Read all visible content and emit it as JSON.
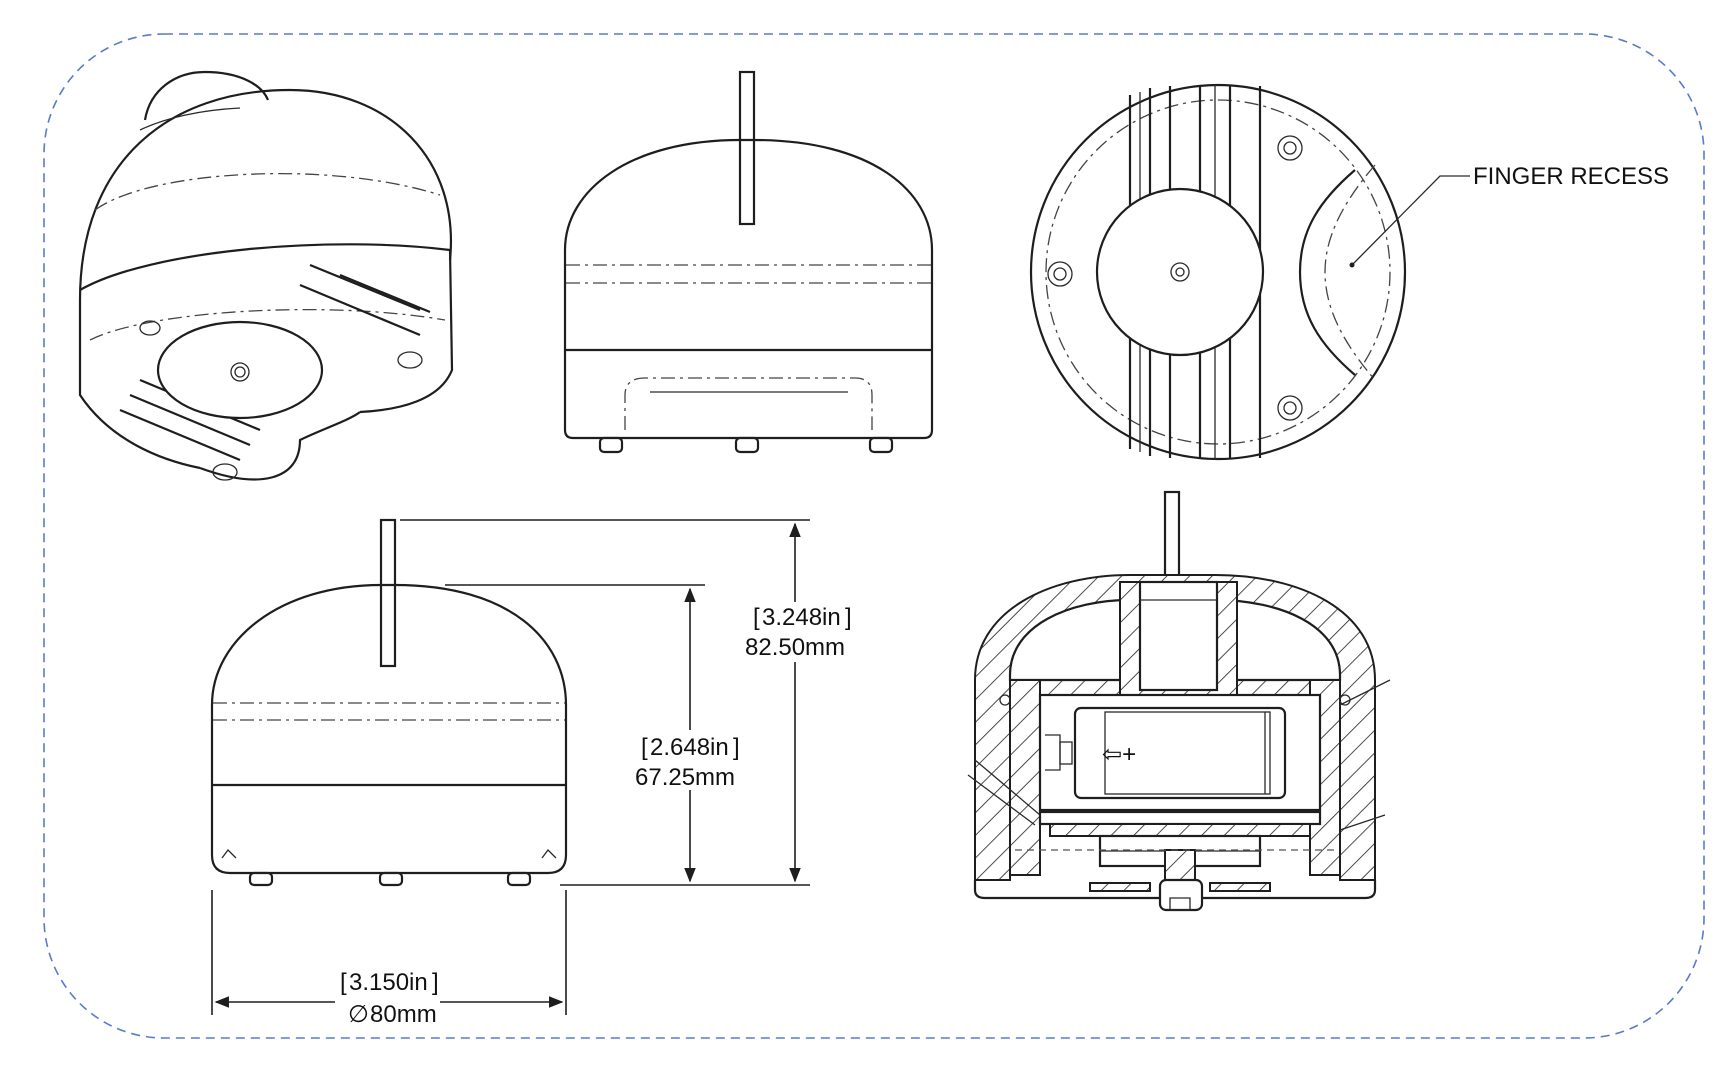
{
  "colors": {
    "frame_border": "#5b7bc8",
    "line": "#1e1e1e",
    "background": "#ffffff"
  },
  "views": {
    "isometric": "isometric-view",
    "front": "front-view",
    "bottom": "bottom-view",
    "elevation": "dimensioned-elevation-view",
    "section": "section-view"
  },
  "callouts": {
    "finger_recess": "FINGER RECESS"
  },
  "dimensions": {
    "overall_height": {
      "inch": "3.248in",
      "mm": "82.50mm"
    },
    "body_height": {
      "inch": "2.648in",
      "mm": "67.25mm"
    },
    "diameter": {
      "inch": "3.150in",
      "mm": "80mm",
      "symbol": "∅"
    }
  },
  "section_label": "⇦+"
}
